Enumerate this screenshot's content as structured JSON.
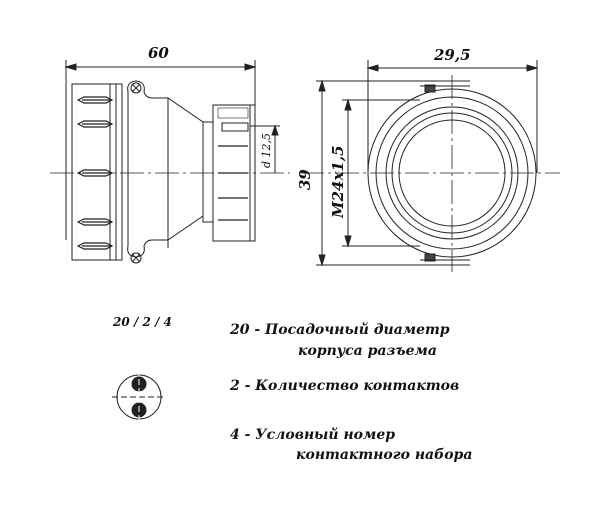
{
  "dimensions": {
    "length": "60",
    "diameter_front": "29,5",
    "height": "39",
    "thread": "M24x1,5",
    "cable_diameter": "d 12,5"
  },
  "legend": {
    "code": "20 / 2 / 4",
    "line1a": "20  -  Посадочный диаметр",
    "line1b": "корпуса разъема",
    "line2": "2 - Количество контактов",
    "line3a": "4 - Условный номер",
    "line3b": "контактного набора"
  }
}
